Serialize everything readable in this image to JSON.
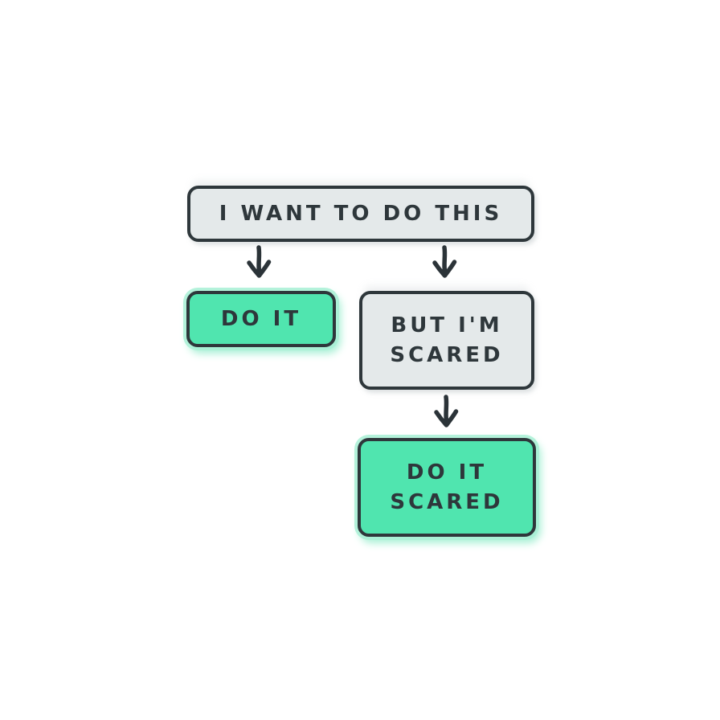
{
  "flowchart": {
    "title": "do-it-scared-flowchart",
    "colors": {
      "background": "#ffffff",
      "outline": "#2e373b",
      "text": "#2e373b",
      "gray_fill": "#e4e9ea",
      "green_fill": "#50e5af",
      "green_glow": "#a8f0d5"
    },
    "nodes": [
      {
        "id": "want",
        "label": "I WANT TO DO THIS",
        "variant": "gray"
      },
      {
        "id": "do-it",
        "label": "DO IT",
        "variant": "green"
      },
      {
        "id": "scared",
        "label": "BUT I'M\nSCARED",
        "variant": "gray"
      },
      {
        "id": "do-it-scared",
        "label": "DO IT\nSCARED",
        "variant": "green"
      }
    ],
    "arrows": [
      {
        "from": "want",
        "to": "do-it",
        "direction": "down"
      },
      {
        "from": "want",
        "to": "scared",
        "direction": "down"
      },
      {
        "from": "scared",
        "to": "do-it-scared",
        "direction": "down"
      }
    ]
  }
}
